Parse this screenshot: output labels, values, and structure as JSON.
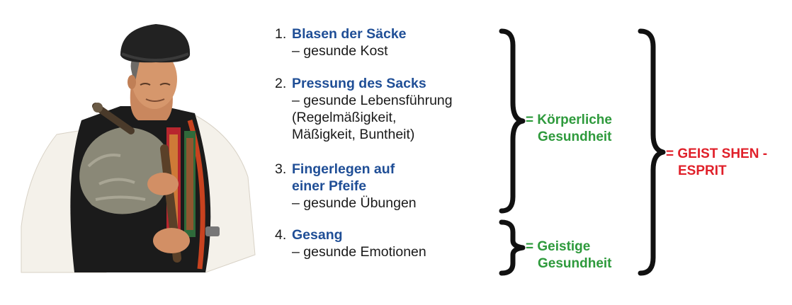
{
  "items": [
    {
      "number": "1.",
      "title_lines": [
        "Blasen der Säcke"
      ],
      "detail_lines": [
        "– gesunde Kost"
      ]
    },
    {
      "number": "2.",
      "title_lines": [
        "Pressung des Sacks"
      ],
      "detail_lines": [
        "– gesunde Lebensführung",
        "(Regelmäßigkeit,",
        "Mäßigkeit, Buntheit)"
      ]
    },
    {
      "number": "3.",
      "title_lines": [
        "Fingerlegen auf",
        "einer Pfeife"
      ],
      "detail_lines": [
        "– gesunde Übungen"
      ]
    },
    {
      "number": "4.",
      "title_lines": [
        "Gesang"
      ],
      "detail_lines": [
        "– gesunde Emotionen"
      ]
    }
  ],
  "groups": {
    "physical": {
      "line1": "= Körperliche",
      "line2": "Gesundheit"
    },
    "mental": {
      "line1": "= Geistige",
      "line2": "Gesundheit"
    },
    "overall": {
      "line1": "= GEIST SHEN -",
      "line2": "ESPRIT"
    }
  },
  "colors": {
    "title": "#1f4e96",
    "green": "#2e9a3c",
    "red": "#e0202a",
    "text": "#1a1a1a"
  }
}
